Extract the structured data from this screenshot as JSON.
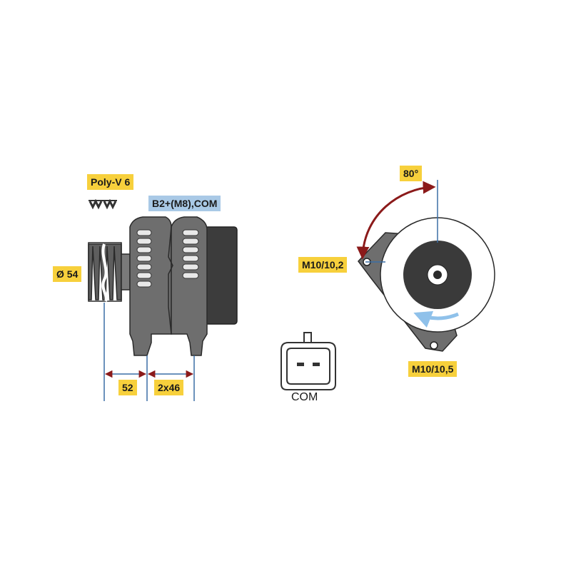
{
  "labels": {
    "belt": "Poly-V 6",
    "terminal": "B2+(M8),COM",
    "pulley_diameter": "Ø 54",
    "pulley_offset": "52",
    "mount_spacing": "2x46",
    "angle": "80°",
    "upper_mount": "M10/10,2",
    "lower_mount": "M10/10,5",
    "connector": "COM"
  },
  "colors": {
    "label_bg": "#f7d03c",
    "terminal_bg": "#a9c9e6",
    "dimension_line": "#3a6ea5",
    "angle_arc": "#8b1a1a",
    "rotation_arrow": "#8fc1ea",
    "body_gray": "#6e6e6e",
    "housing_dark": "#3c3c3c"
  }
}
